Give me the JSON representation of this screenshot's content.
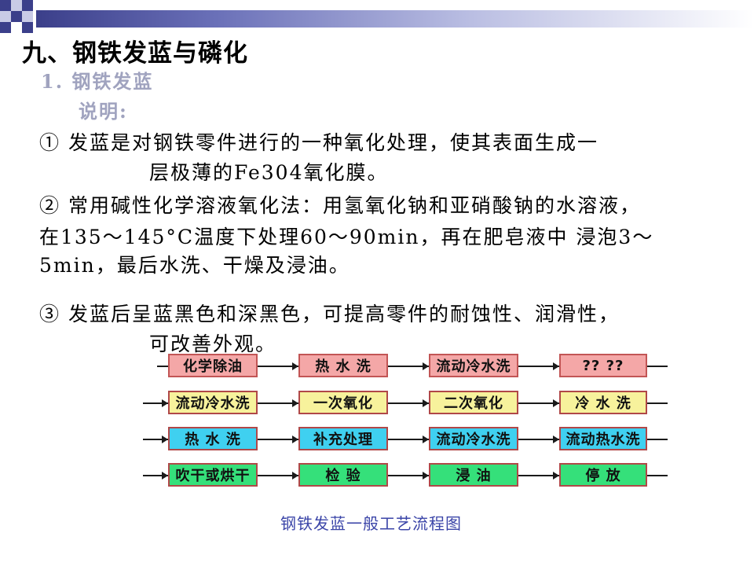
{
  "header": {
    "title": "九、钢铁发蓝与磷化",
    "section": "1. 钢铁发蓝",
    "note_label": "说明:"
  },
  "points": {
    "p1_line1": "① 发蓝是对钢铁零件进行的一种氧化处理，使其表面生成一",
    "p1_line2": "层极薄的Fe304氧化膜。",
    "p2_line1": "② 常用碱性化学溶液氧化法：用氢氧化钠和亚硝酸钠的水溶液，",
    "p2_line2": "在135～145°C温度下处理60～90min，再在肥皂液中 浸泡3～",
    "p2_line3": "5min，最后水洗、干燥及浸油。",
    "p3_line1": "③ 发蓝后呈蓝黑色和深黑色，可提高零件的耐蚀性、润滑性，",
    "p3_line2": "可改善外观。"
  },
  "flow": {
    "rows": [
      [
        "化学除油",
        "热  水  洗",
        "流动冷水洗",
        "??   ??"
      ],
      [
        "流动冷水洗",
        "一次氧化",
        "二次氧化",
        "冷  水  洗"
      ],
      [
        "热  水  洗",
        "补充处理",
        "流动冷水洗",
        "流动热水洗"
      ],
      [
        "吹干或烘干",
        "检  验",
        "浸  油",
        "停  放"
      ]
    ],
    "colors": {
      "pink": "#f4a7a7",
      "yellow": "#f7f29c",
      "cyan": "#3fd0f0",
      "green": "#35e07a"
    },
    "caption": "钢铁发蓝一般工艺流程图"
  }
}
